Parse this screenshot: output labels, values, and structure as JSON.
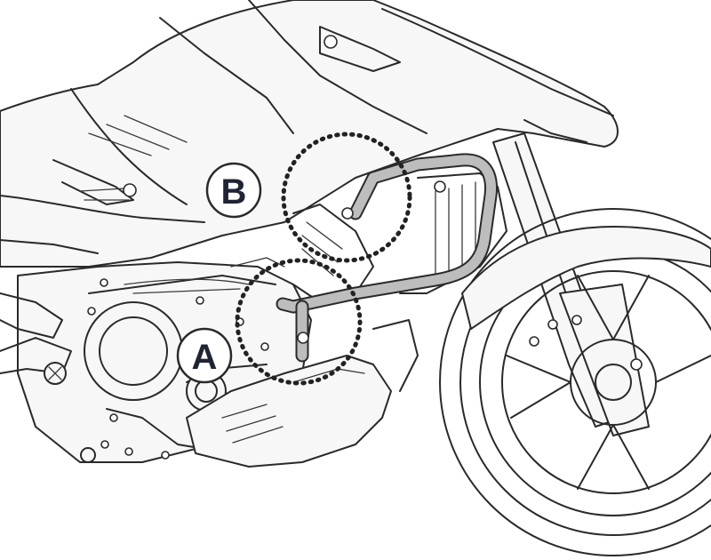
{
  "callouts": [
    {
      "id": "A",
      "label": "A"
    },
    {
      "id": "B",
      "label": "B"
    }
  ],
  "colors": {
    "guard": "#bdbdbd",
    "outline": "#2a2a2a",
    "background": "#ffffff"
  }
}
